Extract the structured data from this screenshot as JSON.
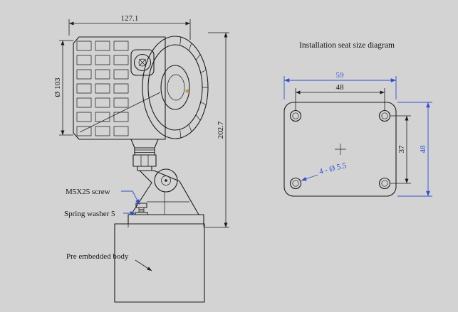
{
  "drawing": {
    "background": "#d3d3d3",
    "line_color": "#1c1c1c",
    "dim_color": "#2f4fd0"
  },
  "side_view": {
    "dim_width": "127.1",
    "dim_diameter": "Ø 103",
    "dim_height": "202.7",
    "label_screw": "M5X25 screw",
    "label_washer": "Spring washer 5",
    "label_body": "Pre embedded body"
  },
  "seat_view": {
    "title": "Installation seat size diagram",
    "dim_outer_width": "59",
    "dim_hole_spacing_x": "48",
    "dim_hole_spacing_y": "37",
    "dim_outer_height": "48",
    "hole_callout": "4 - Ø 5.5"
  }
}
